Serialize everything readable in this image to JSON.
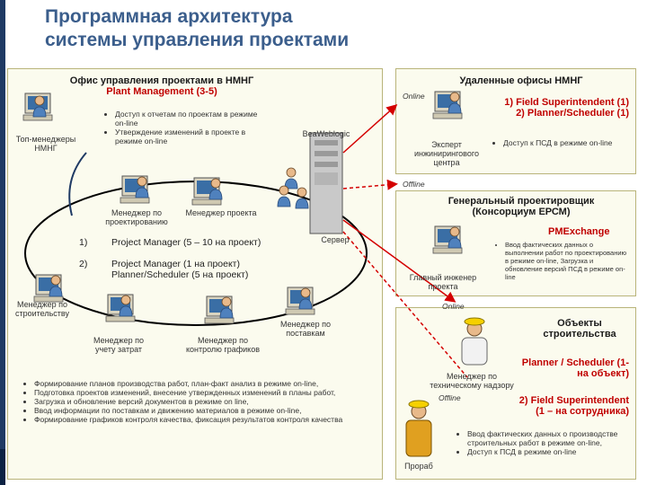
{
  "title": {
    "line1": "Программная архитектура",
    "line2": "системы управления проектами"
  },
  "office": {
    "header_line1": "Офис управления проектами в НМНГ",
    "header_line2": "Plant Management (3-5)",
    "bullets": [
      "Доступ к отчетам по проектам в режиме on-line",
      "Утверждение изменений в проекте в режиме on-line"
    ],
    "top_managers": "Топ-менеджеры НМНГ",
    "weblogic": "BeaWeblogic",
    "server": "Сервер",
    "mgr_design": "Менеджер по проектированию",
    "mgr_project": "Менеджер проекта",
    "item1_num": "1)",
    "item1_text": "Project Manager (5 – 10 на проект)",
    "item2_num": "2)",
    "item2_text_line1": "Project Manager (1 на проект)",
    "item2_text_line2": "Planner/Scheduler (5 на проект)",
    "mgr_construction": "Менеджер по строительству",
    "mgr_supply": "Менеджер по поставкам",
    "mgr_cost": "Менеджер по учету затрат",
    "mgr_schedule": "Менеджер по контролю графиков",
    "bottom_bullets": [
      "Формирование планов производства работ, план-факт анализ в режиме on-line,",
      "Подготовка проектов изменений, внесение утвержденных изменений в планы работ,",
      "Загрузка и обновление версий документов в режиме on line,",
      "Ввод информации по поставкам и движению материалов в режиме on-line,",
      "Формирование графиков контроля качества, фиксация результатов контроля качества"
    ]
  },
  "remote": {
    "header": "Удаленные офисы НМНГ",
    "online": "Online",
    "roles_line1": "1) Field Superintendent (1)",
    "roles_line2": "2) Planner/Scheduler (1)",
    "expert": "Эксперт инжинирингового центра",
    "bullet": "Доступ к ПСД в режиме on-line"
  },
  "epcm": {
    "offline": "Offline",
    "header_line1": "Генеральный проектировщик",
    "header_line2": "(Консорциум ЕРСМ)",
    "pmexchange": "PMExchange",
    "bullet": "Ввод фактических данных о выполнении работ по проектированию в режиме on-line, Загрузка и обновление версий ПСД в режиме on-line",
    "chief_engineer": "Главный инженер проекта"
  },
  "sites": {
    "online": "Online",
    "header_line1": "Объекты",
    "header_line2": "строительства",
    "roles_line1": "Planner / Scheduler (1-",
    "roles_line2": "на объект)",
    "tech_supervision": "Менеджер по техническому надзору",
    "offline": "Offline",
    "roles2_line1": "2) Field Superintendent",
    "roles2_line2": "(1 – на сотрудника)",
    "foreman": "Прораб",
    "bullets": [
      "Ввод фактических данных о производстве строительных работ в режиме on-line,",
      "Доступ к ПСД в режиме on-line"
    ]
  },
  "colors": {
    "title": "#3b5e8c",
    "red": "#c00000",
    "ellipse": "#000000",
    "link_red": "#d40000"
  }
}
